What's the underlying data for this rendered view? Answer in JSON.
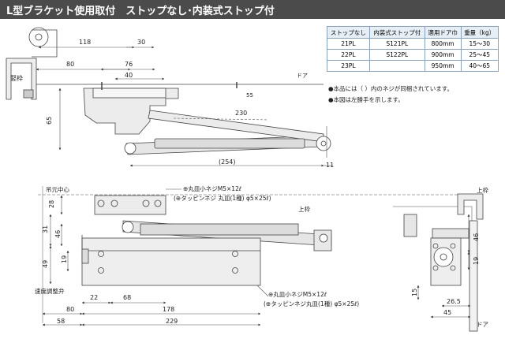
{
  "header": {
    "title": "L型ブラケット使用取付　ストップなし･内装式ストップ付"
  },
  "spec_table": {
    "headers": [
      "ストップなし",
      "内装式ストップ付",
      "適用ドア巾",
      "重量（kg）"
    ],
    "rows": [
      [
        "21PL",
        "S121PL",
        "800mm",
        "15～30"
      ],
      [
        "22PL",
        "S122PL",
        "900mm",
        "25～45"
      ],
      [
        "23PL",
        "",
        "950mm",
        "40～65"
      ]
    ]
  },
  "notes": [
    "●本品には（ ）内のネジが同梱されています。",
    "●本図は左勝手を示します。"
  ],
  "top_view": {
    "dims": {
      "d118": "118",
      "d30": "30",
      "d80": "80",
      "d76": "76",
      "d40": "40",
      "d65": "65",
      "d230": "230",
      "d254": "(254)",
      "d11": "11",
      "d55": "55"
    },
    "labels": {
      "frame": "竪枠",
      "door": "ドア"
    }
  },
  "front_view": {
    "dims": {
      "d28": "28",
      "d31": "31",
      "d46": "46",
      "d49": "49",
      "d19": "19",
      "d22": "22",
      "d68": "68",
      "d80": "80",
      "d178": "178",
      "d58": "58",
      "d229": "229"
    },
    "labels": {
      "hinge_center": "吊元中心",
      "speed_valve": "速度調整弁",
      "upper_frame": "上枠",
      "screw1_a": "⊕丸皿小ネジM5×12ℓ",
      "screw1_b": "(⊕タッピンネジ 丸皿(1種) φ5×25ℓ)",
      "screw2_a": "⊕丸皿小ネジM5×12ℓ",
      "screw2_b": "(⊕タッピンネジ丸皿(1種) φ5×25ℓ)"
    }
  },
  "side_view": {
    "dims": {
      "d46": "46",
      "d19": "19",
      "d15": "15",
      "d26_5": "26.5",
      "d45": "45"
    },
    "labels": {
      "upper_frame": "上枠",
      "door": "ドア"
    }
  }
}
